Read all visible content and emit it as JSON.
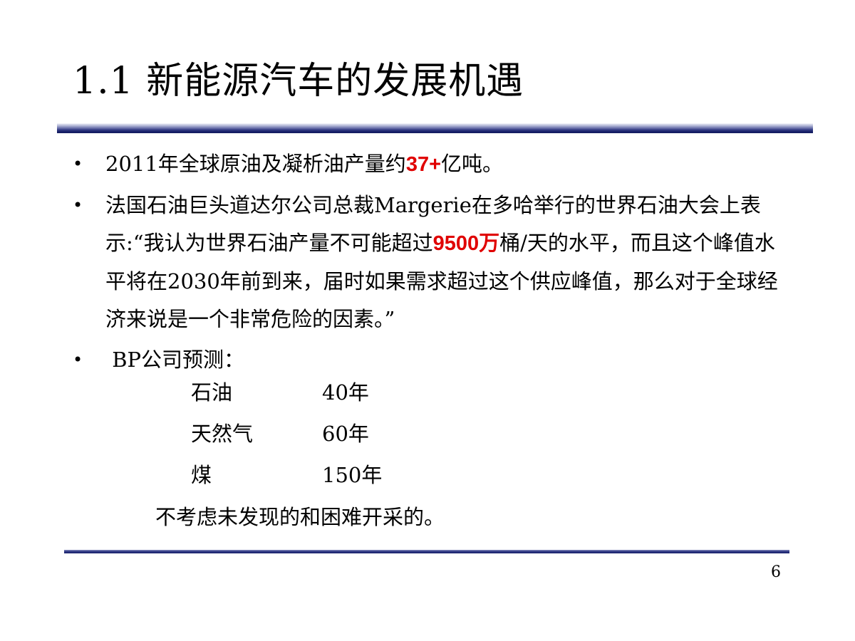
{
  "slide": {
    "title": "1.1 新能源汽车的发展机遇",
    "bullets": [
      {
        "before": "2011年全球原油及凝析油产量约",
        "highlight": "37+",
        "after": "亿吨。"
      },
      {
        "before": "法国石油巨头道达尔公司总裁Margerie在多哈举行的世界石油大会上表示:“我认为世界石油产量不可能超过",
        "highlight": "9500万",
        "after": "桶/天的水平，而且这个峰值水平将在2030年前到来，届时如果需求超过这个供应峰值，那么对于全球经济来说是一个非常危险的因素。”"
      },
      {
        "text": " BP公司预测："
      }
    ],
    "forecast": [
      {
        "resource": "石油",
        "years": "40年"
      },
      {
        "resource": "天然气",
        "years": "60年"
      },
      {
        "resource": "煤",
        "years": "150年"
      }
    ],
    "note": "不考虑未发现的和困难开采的。",
    "page_number": "6",
    "bullet_symbol": "•",
    "colors": {
      "highlight": "#e00000",
      "rule": "#1a236c"
    }
  }
}
